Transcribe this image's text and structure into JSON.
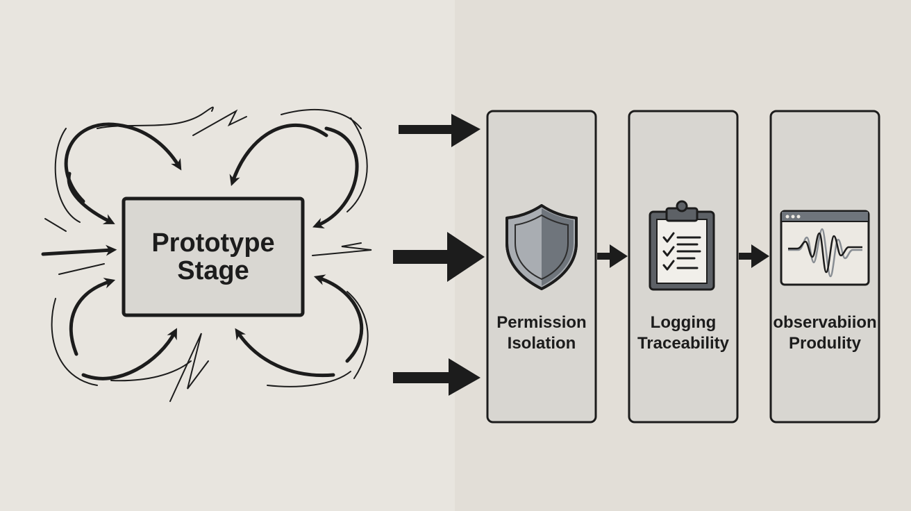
{
  "prototype": {
    "line1": "Prototype",
    "line2": "Stage"
  },
  "stages": [
    {
      "line1": "Permission",
      "line2": "Isolation",
      "icon": "shield-icon"
    },
    {
      "line1": "Logging",
      "line2": "Traceability",
      "icon": "clipboard-checklist-icon"
    },
    {
      "line1": "observabiion",
      "line2": "Produlity",
      "icon": "waveform-monitor-icon"
    }
  ],
  "colors": {
    "ink": "#1c1c1c",
    "box_fill": "#d9d7d2",
    "panel_fill": "#d8d6d1",
    "shield_light": "#a9adb2",
    "shield_dark": "#6f757c"
  }
}
